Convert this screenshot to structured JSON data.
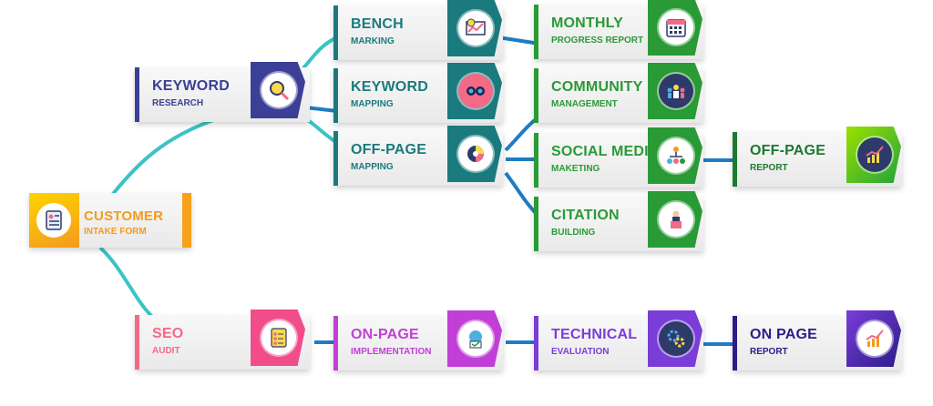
{
  "nodes": {
    "customer": {
      "line1": "CUSTOMER",
      "line2": "INTAKE FORM",
      "color": "#f49b1d",
      "icon": "form-icon"
    },
    "keyword_research": {
      "line1": "KEYWORD",
      "line2": "RESEARCH",
      "color": "#3b3f96",
      "icon": "magnifier-icon"
    },
    "bench_marking": {
      "line1": "BENCH",
      "line2": "MARKING",
      "color": "#1b7a7e",
      "icon": "chart-clock-icon"
    },
    "keyword_mapping": {
      "line1": "KEYWORD",
      "line2": "MAPPING",
      "color": "#1b7a7e",
      "icon": "binoculars-icon"
    },
    "off_page_mapping": {
      "line1": "OFF-PAGE",
      "line2": "MAPPING",
      "color": "#1b7a7e",
      "icon": "pie-gauge-icon"
    },
    "monthly_report": {
      "line1": "MONTHLY",
      "line2": "PROGRESS REPORT",
      "color": "#2a9a36",
      "icon": "calendar-icon"
    },
    "community": {
      "line1": "COMMUNITY",
      "line2": "MANAGEMENT",
      "color": "#2a9a36",
      "icon": "team-icon"
    },
    "social_media": {
      "line1": "SOCIAL MEDIA",
      "line2": "MAKETING",
      "color": "#2a9a36",
      "icon": "network-icon"
    },
    "citation": {
      "line1": "CITATION",
      "line2": "BUILDING",
      "color": "#2a9a36",
      "icon": "speaker-icon"
    },
    "off_page_report": {
      "line1": "OFF-PAGE",
      "line2": "REPORT",
      "color": "#1b7a30",
      "icon": "growth-chart-icon"
    },
    "seo_audit": {
      "line1": "SEO",
      "line2": "AUDIT",
      "color": "#f26a86",
      "icon": "checklist-icon"
    },
    "on_page_impl": {
      "line1": "ON-PAGE",
      "line2": "IMPLEMENTATION",
      "color": "#c13fd6",
      "icon": "web-settings-icon"
    },
    "technical": {
      "line1": "TECHNICAL",
      "line2": "EVALUATION",
      "color": "#7a3dd8",
      "icon": "gears-icon"
    },
    "on_page_report": {
      "line1": "ON PAGE",
      "line2": "REPORT",
      "color": "#2b1c8a",
      "icon": "growth-chart-icon"
    }
  },
  "connector_colors": {
    "teal": "#3cc3c6",
    "blue": "#1f7cc4"
  }
}
